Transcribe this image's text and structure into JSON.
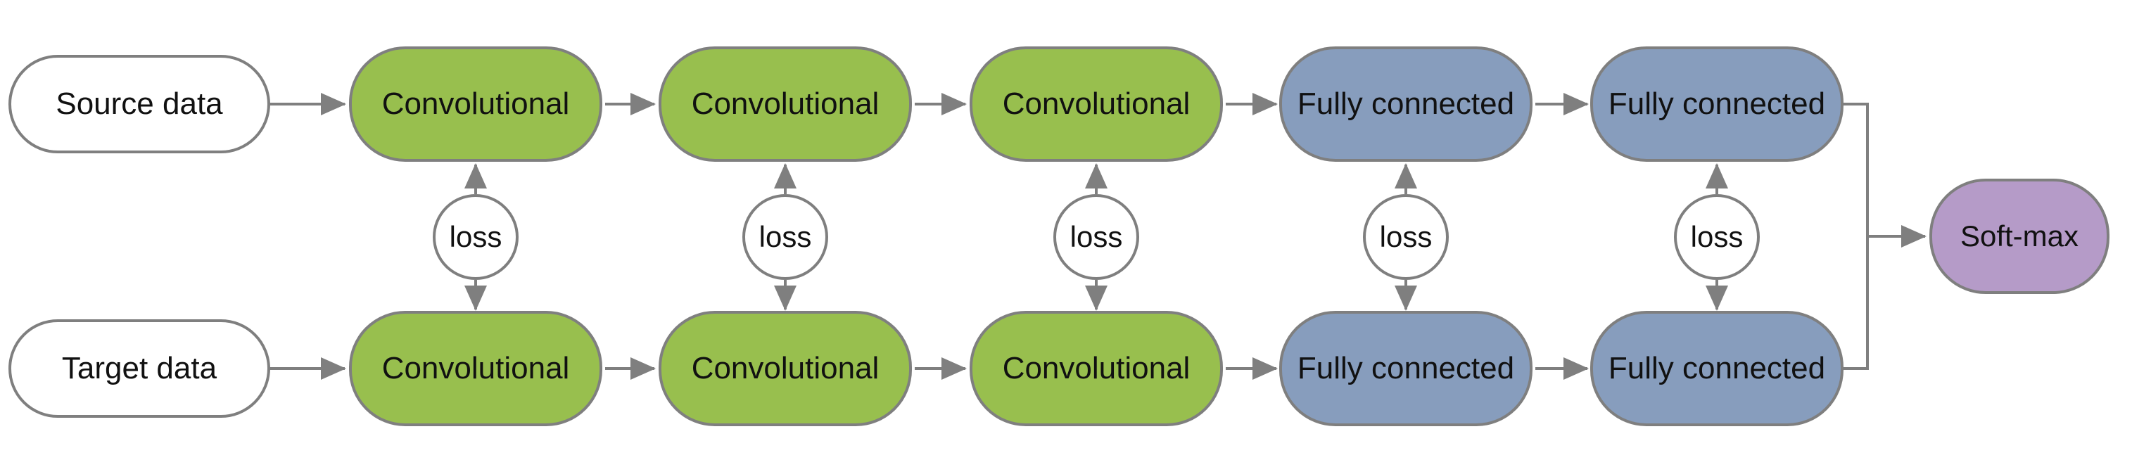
{
  "nodes": {
    "source": "Source data",
    "target": "Target data",
    "convolutional": "Convolutional",
    "fully_connected": "Fully connected",
    "softmax": "Soft-max",
    "loss": "loss"
  },
  "colors": {
    "convolutional": "#98bf4e",
    "fully_connected": "#879dbd",
    "softmax": "#b59bc8",
    "stroke": "#7f7f7f"
  }
}
